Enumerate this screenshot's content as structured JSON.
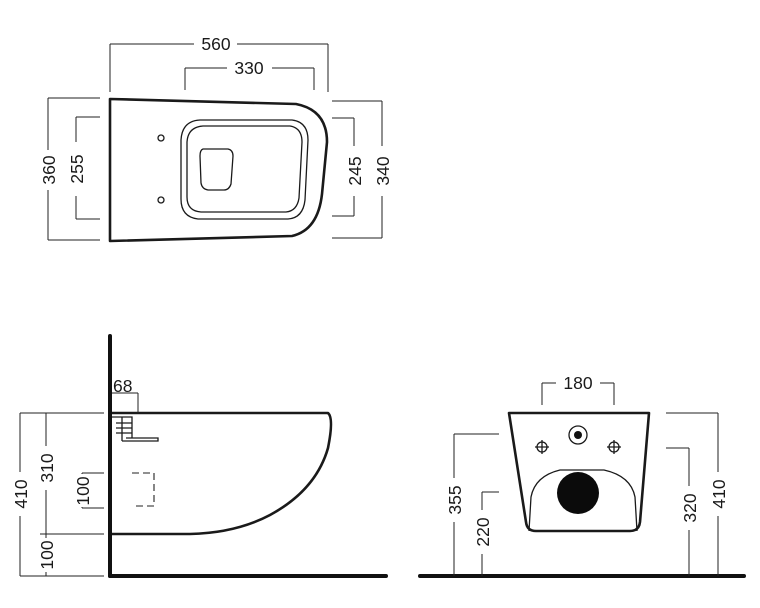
{
  "top_view": {
    "width_overall": "560",
    "width_inner": "330",
    "height_left_outer": "360",
    "height_left_inner": "255",
    "height_right_inner": "245",
    "height_right_outer": "340"
  },
  "side_view": {
    "offset_top": "68",
    "height_total": "410",
    "height_mid": "310",
    "height_outlet": "100",
    "height_floor": "100"
  },
  "front_view": {
    "width_top": "180",
    "height_left_outer": "355",
    "height_left_inner": "220",
    "height_right_inner": "320",
    "height_right_outer": "410"
  }
}
